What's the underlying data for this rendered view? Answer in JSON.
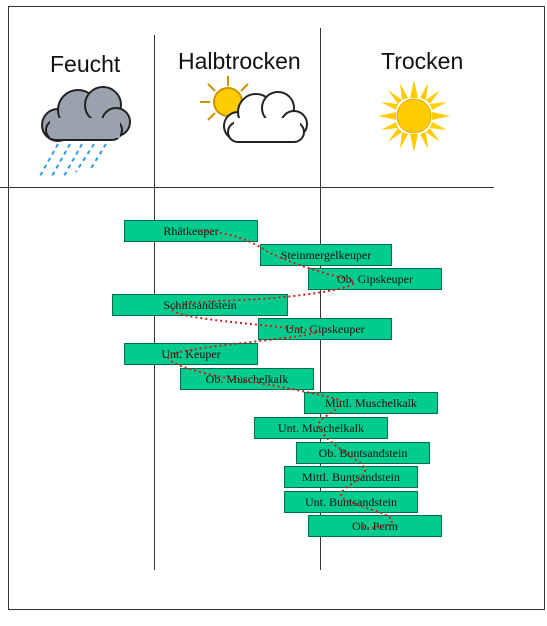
{
  "columns": {
    "wet": {
      "title": "Feucht",
      "icon": "rain-cloud-icon"
    },
    "semi": {
      "title": "Halbtrocken",
      "icon": "sun-behind-cloud-icon"
    },
    "dry": {
      "title": "Trocken",
      "icon": "sun-icon"
    }
  },
  "layers": [
    {
      "label": "Rhätkeuper"
    },
    {
      "label": "Steinmergelkeuper"
    },
    {
      "label": "Ob. Gipskeuper"
    },
    {
      "label": "Schilfsandstein"
    },
    {
      "label": "Unt. Gipskeuper"
    },
    {
      "label": "Unt. Keuper"
    },
    {
      "label": "Ob. Muschelkalk"
    },
    {
      "label": "Mittl. Muschelkalk"
    },
    {
      "label": "Unt. Muschelkalk"
    },
    {
      "label": "Ob. Buntsandstein"
    },
    {
      "label": "Mittl. Buntsandstein"
    },
    {
      "label": "Unt. Buntsandstein"
    },
    {
      "label": "Ob. Perm"
    }
  ],
  "colors": {
    "layer_fill": "#00cc8e",
    "trace_line": "#cc2222",
    "rain": "#3399dd",
    "sun": "#ffcc00",
    "cloud_grey": "#9aa3ad"
  }
}
